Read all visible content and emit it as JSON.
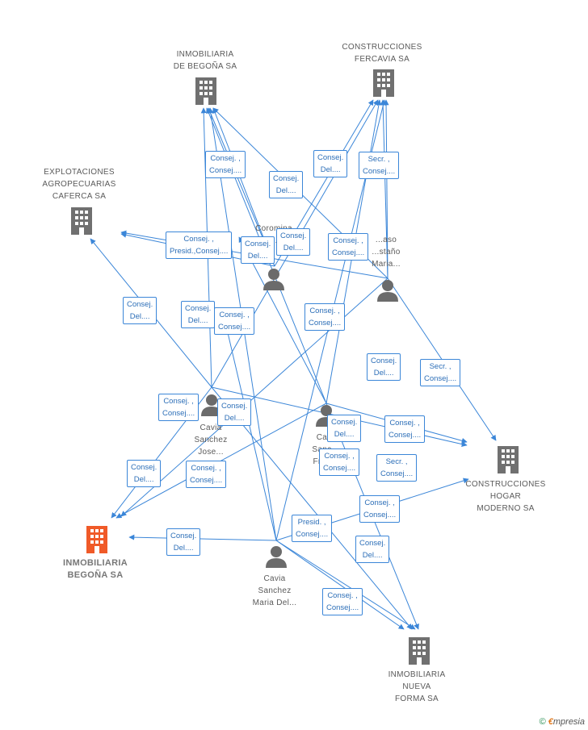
{
  "colors": {
    "edge": "#3b86d8",
    "building": "#707070",
    "focus_building": "#f05a28",
    "person": "#6b6b6b"
  },
  "companies": {
    "begona_top": [
      "INMOBILIARIA",
      "DE BEGOÑA SA"
    ],
    "fercavia": [
      "CONSTRUCCIONES",
      "FERCAVIA SA"
    ],
    "caferca": [
      "EXPLOTACIONES",
      "AGROPECUARIAS",
      "CAFERCA SA"
    ],
    "hogar": [
      "CONSTRUCCIONES",
      "HOGAR",
      "MODERNO SA"
    ],
    "begona_focus": [
      "INMOBILIARIA",
      "BEGOÑA SA"
    ],
    "nueva_forma": [
      "INMOBILIARIA",
      "NUEVA",
      "FORMA SA"
    ]
  },
  "persons": {
    "coromina": [
      "Coromina",
      "..."
    ],
    "paso": [
      "...aso",
      "...staño",
      "Maria..."
    ],
    "cavia_jose": [
      "Cavia",
      "Sanchez",
      "Jose..."
    ],
    "cavia_fran": [
      "Ca...",
      "Sanc...",
      "Fran..."
    ],
    "cavia_maria": [
      "Cavia",
      "Sanchez",
      "Maria Del..."
    ]
  },
  "edge_labels": [
    [
      "Consej. ,",
      "Consej...."
    ],
    [
      "Consej.",
      "Del...."
    ],
    [
      "Consej.",
      "Del...."
    ],
    [
      "Secr. ,",
      "Consej...."
    ],
    [
      "Consej. ,",
      "Presid.,Consej...."
    ],
    [
      "Consej.",
      "Del...."
    ],
    [
      "Consej.",
      "Del...."
    ],
    [
      "Consej. ,",
      "Consej...."
    ],
    [
      "Consej.",
      "Del...."
    ],
    [
      "Consej.",
      "Del...."
    ],
    [
      "Consej. ,",
      "Consej...."
    ],
    [
      "Consej. ,",
      "Consej...."
    ],
    [
      "Consej.",
      "Del...."
    ],
    [
      "Secr. ,",
      "Consej...."
    ],
    [
      "Consej. ,",
      "Consej...."
    ],
    [
      "Consej.",
      "Del...."
    ],
    [
      "Consej.",
      "Del...."
    ],
    [
      "Consej. ,",
      "Consej...."
    ],
    [
      "Consej.",
      "Del...."
    ],
    [
      "Consej. ,",
      "Consej...."
    ],
    [
      "Consej. ,",
      "Consej...."
    ],
    [
      "Secr. ,",
      "Consej...."
    ],
    [
      "Consej. ,",
      "Consej...."
    ],
    [
      "Presid. ,",
      "Consej...."
    ],
    [
      "Consej.",
      "Del...."
    ],
    [
      "Consej.",
      "Del...."
    ],
    [
      "Consej. ,",
      "Consej...."
    ]
  ],
  "brand": {
    "copyright": "©",
    "e": "€",
    "name": "mpresia"
  }
}
